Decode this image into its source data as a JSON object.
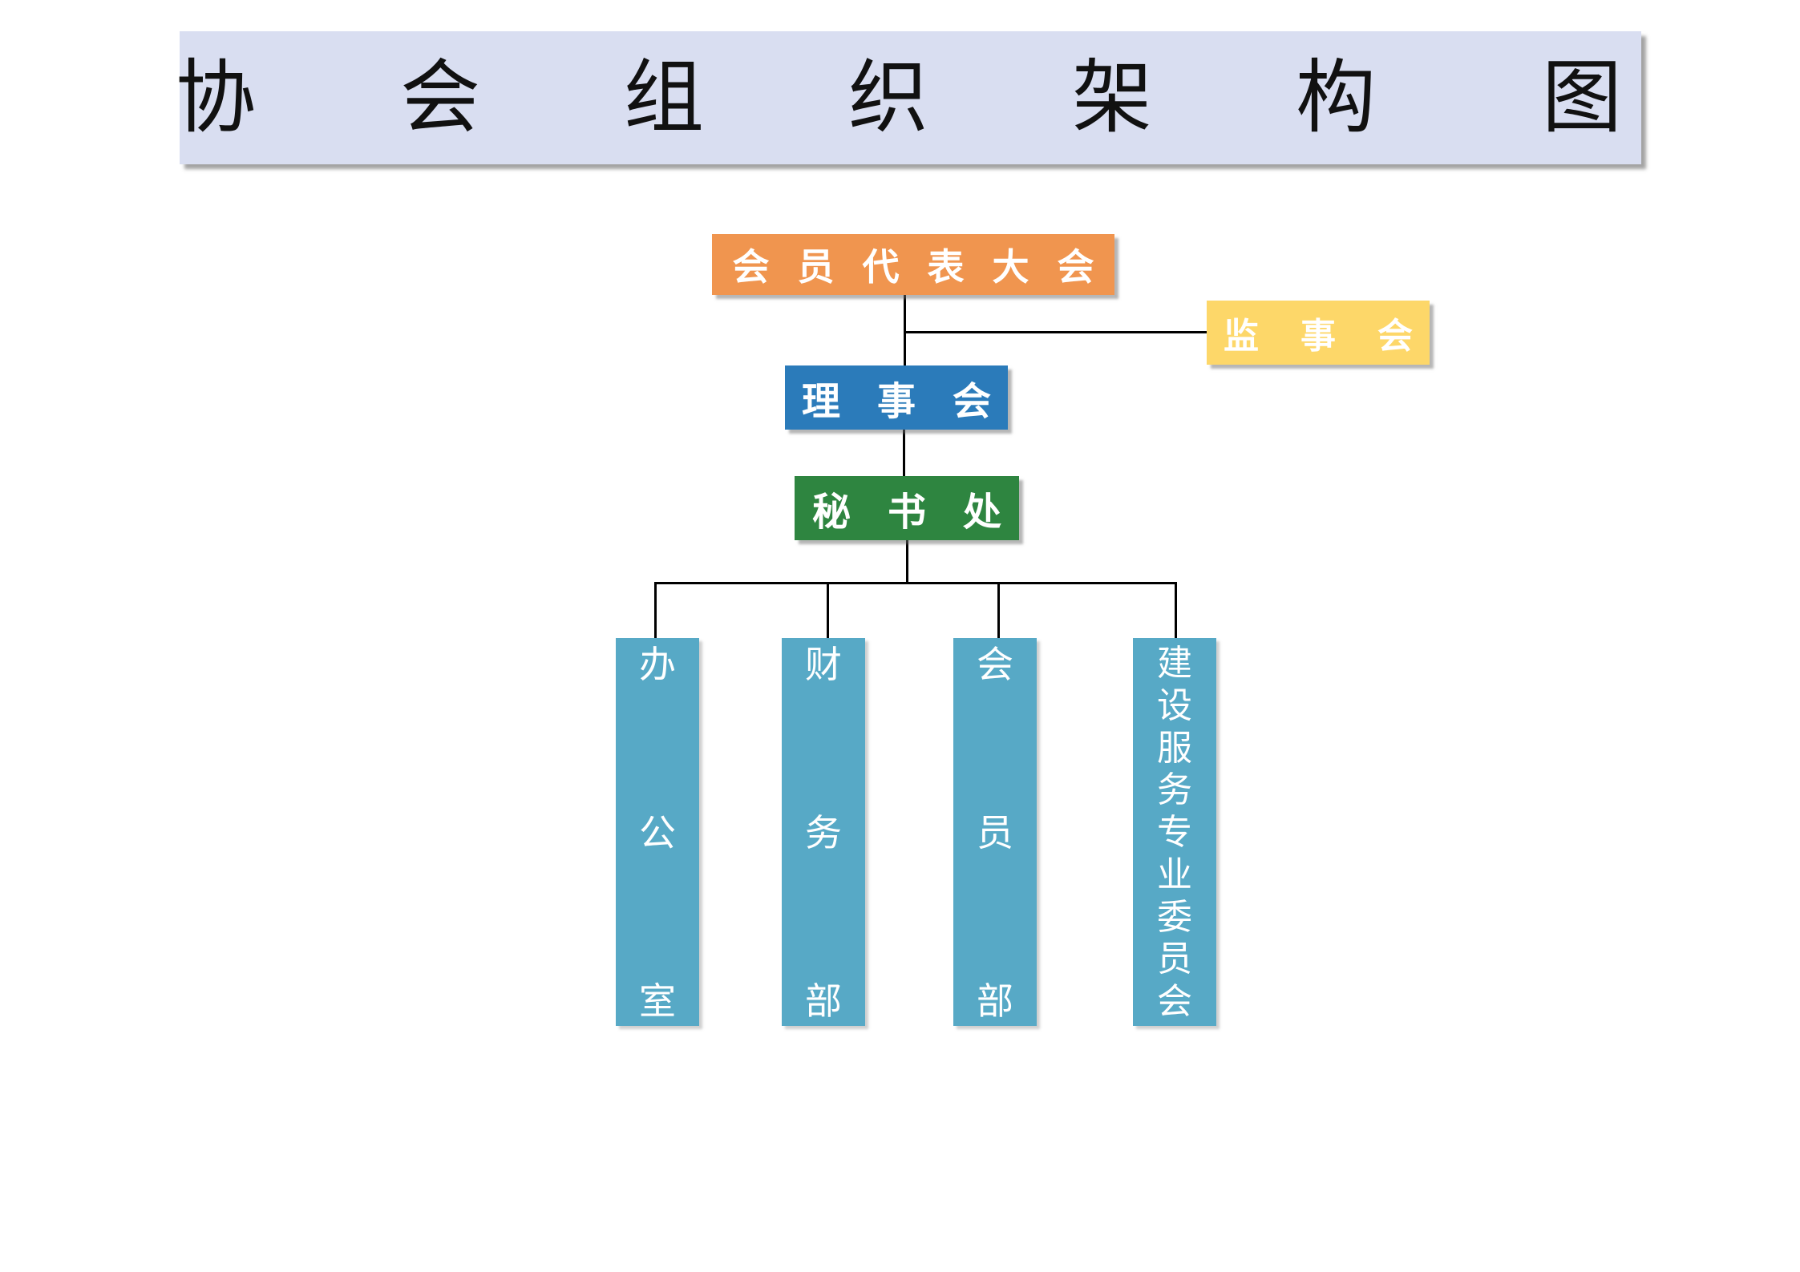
{
  "title": {
    "chars": [
      "协",
      "会",
      "组",
      "织",
      "架",
      "构",
      "图"
    ]
  },
  "nodes": {
    "assembly": {
      "label": "会员代表大会",
      "color": "#f0954f"
    },
    "supervisory": {
      "label": "监事会",
      "color": "#fdd769"
    },
    "council": {
      "label": "理事会",
      "color": "#2b7bba"
    },
    "secretariat": {
      "label": "秘书处",
      "color": "#2e8540"
    }
  },
  "departments": [
    {
      "label": "办公室",
      "chars": [
        "办",
        "公",
        "室"
      ]
    },
    {
      "label": "财务部",
      "chars": [
        "财",
        "务",
        "部"
      ]
    },
    {
      "label": "会员部",
      "chars": [
        "会",
        "员",
        "部"
      ]
    },
    {
      "label": "建设服务专业委员会",
      "chars": [
        "建",
        "设",
        "服",
        "务",
        "专",
        "业",
        "委",
        "员",
        "会"
      ]
    }
  ],
  "colors": {
    "title_background": "#d9def1",
    "department": "#57a9c6",
    "connector": "#000000"
  }
}
